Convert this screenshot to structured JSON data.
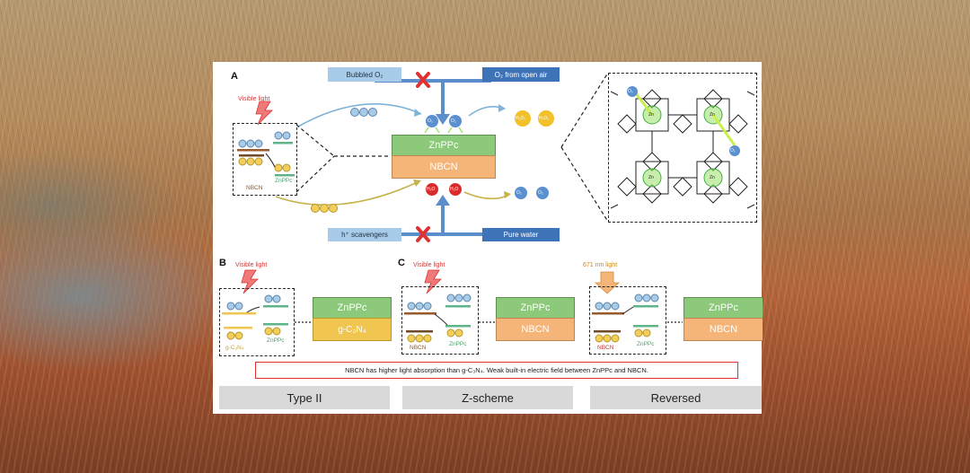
{
  "panelA": {
    "letter": "A",
    "bubbled_o2": "Bubbled O₂",
    "o2_open_air": "O₂ from open air",
    "visible_light": "Visible light",
    "inset_nbcn": "NBCN",
    "inset_znppc": "ZnPPc",
    "stack_top": "ZnPPc",
    "stack_bottom": "NBCN",
    "h_scavengers": "h⁺ scavengers",
    "pure_water": "Pure water",
    "o2": "O₂",
    "h2o": "H₂O",
    "h2o2": "H₂O₂",
    "zn": "Zn"
  },
  "panelB": {
    "letter": "B",
    "visible_light": "Visible light",
    "inset_bottom": "g-C₃N₄",
    "inset_znppc": "ZnPPc",
    "stack_top": "ZnPPc",
    "stack_bottom": "g-C₃N₄"
  },
  "panelC": {
    "letter": "C",
    "visible_light": "Visible light",
    "inset_bottom": "NBCN",
    "inset_znppc": "ZnPPc",
    "stack_top": "ZnPPc",
    "stack_bottom": "NBCN"
  },
  "panelD": {
    "light": "671 nm light",
    "inset_bottom": "NBCN",
    "inset_znppc": "ZnPPc",
    "stack_top": "ZnPPc",
    "stack_bottom": "NBCN"
  },
  "note": "NBCN has higher light absorption than g-C₃N₄. Weak built-in electric field between ZnPPc and NBCN.",
  "schemes": [
    "Type II",
    "Z-scheme",
    "Reversed"
  ],
  "colors": {
    "green": "#8dc97a",
    "orange": "#f5b578",
    "yellow": "#f0c550",
    "red_x": "#e03030",
    "blue_arrow": "#4a86c8"
  }
}
